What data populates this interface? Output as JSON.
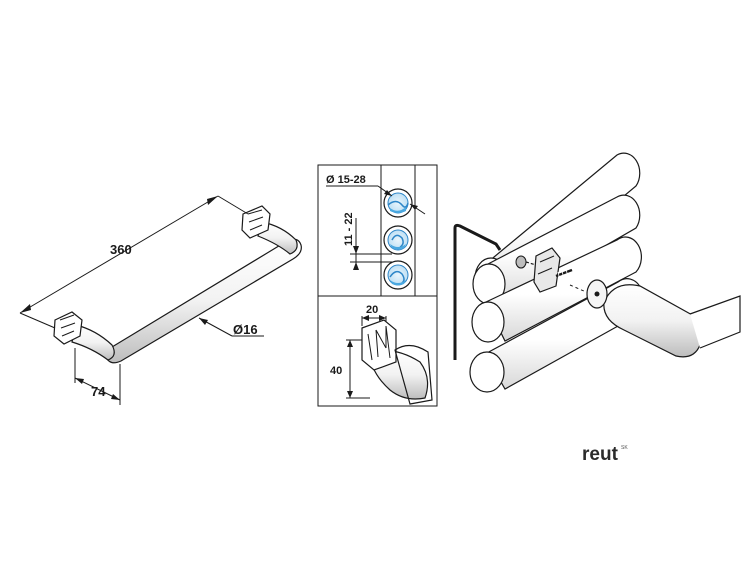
{
  "dimensions": {
    "length": "360",
    "diameter": "Ø16",
    "offset": "74",
    "pipe_range": "Ø 15-28",
    "spacing": "11 - 22",
    "width": "20",
    "height": "40"
  },
  "brand": {
    "name": "reut",
    "mark": "SK"
  },
  "colors": {
    "line": "#1a1a1a",
    "pipe_fill": "#ffffff",
    "pipe_shade": "#e6e6e6",
    "water": "#4aa8e0",
    "water_light": "#cfe8f7"
  }
}
